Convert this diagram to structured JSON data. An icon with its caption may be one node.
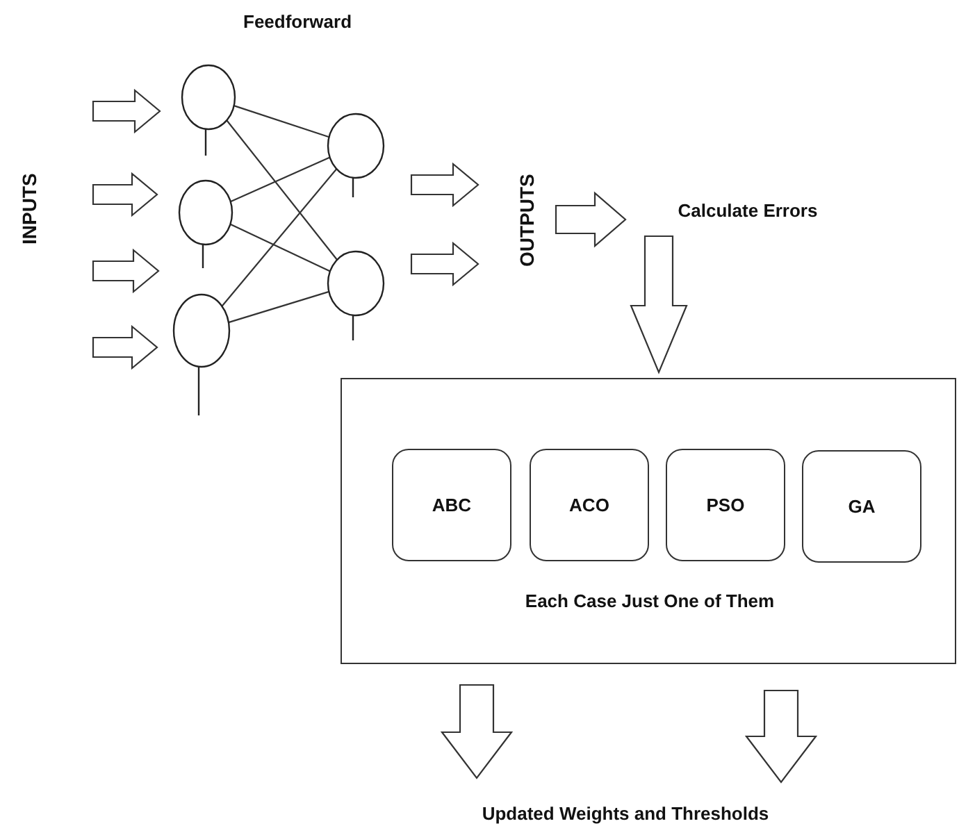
{
  "diagram": {
    "title": "Feedforward",
    "nodes": [
      {
        "text": [
          "INPUTS"
        ]
      },
      {
        "text": [],
        "shape": "circle"
      },
      {
        "text": [],
        "shape": "circle"
      },
      {
        "text": [],
        "shape": "circle"
      },
      {
        "text": [],
        "shape": "circle"
      },
      {
        "text": [],
        "shape": "circle"
      },
      {
        "text": [
          "OUTPUTS"
        ]
      },
      {
        "text": [
          "Calculate Errors"
        ]
      },
      {
        "text": [
          "Each Case Just One of Them"
        ]
      },
      {
        "text": [
          "ABC"
        ],
        "in": 8
      },
      {
        "text": [
          "ACO"
        ],
        "in": 8
      },
      {
        "text": [
          "PSO"
        ],
        "in": 8
      },
      {
        "text": [
          "GA"
        ],
        "in": 8
      },
      {
        "text": [
          "Updated Weights and Thresholds"
        ]
      }
    ],
    "edges": [
      {
        "from": null,
        "to": 1,
        "arrow": "to"
      },
      {
        "from": null,
        "to": 2,
        "arrow": "to"
      },
      {
        "from": null,
        "to": 3,
        "arrow": "to"
      },
      {
        "from": null,
        "to": 3,
        "arrow": "to"
      },
      {
        "from": 1,
        "to": 4,
        "arrow": "none"
      },
      {
        "from": 1,
        "to": 5,
        "arrow": "none"
      },
      {
        "from": 2,
        "to": 4,
        "arrow": "none"
      },
      {
        "from": 2,
        "to": 5,
        "arrow": "none"
      },
      {
        "from": 3,
        "to": 4,
        "arrow": "none"
      },
      {
        "from": 3,
        "to": 5,
        "arrow": "none"
      },
      {
        "from": 4,
        "to": 6,
        "arrow": "to"
      },
      {
        "from": 5,
        "to": 6,
        "arrow": "to"
      },
      {
        "from": 6,
        "to": 7,
        "arrow": "to"
      },
      {
        "from": 7,
        "to": 8,
        "arrow": "to"
      },
      {
        "from": 8,
        "to": 13,
        "arrow": "to"
      },
      {
        "from": 8,
        "to": 13,
        "arrow": "to"
      }
    ]
  }
}
